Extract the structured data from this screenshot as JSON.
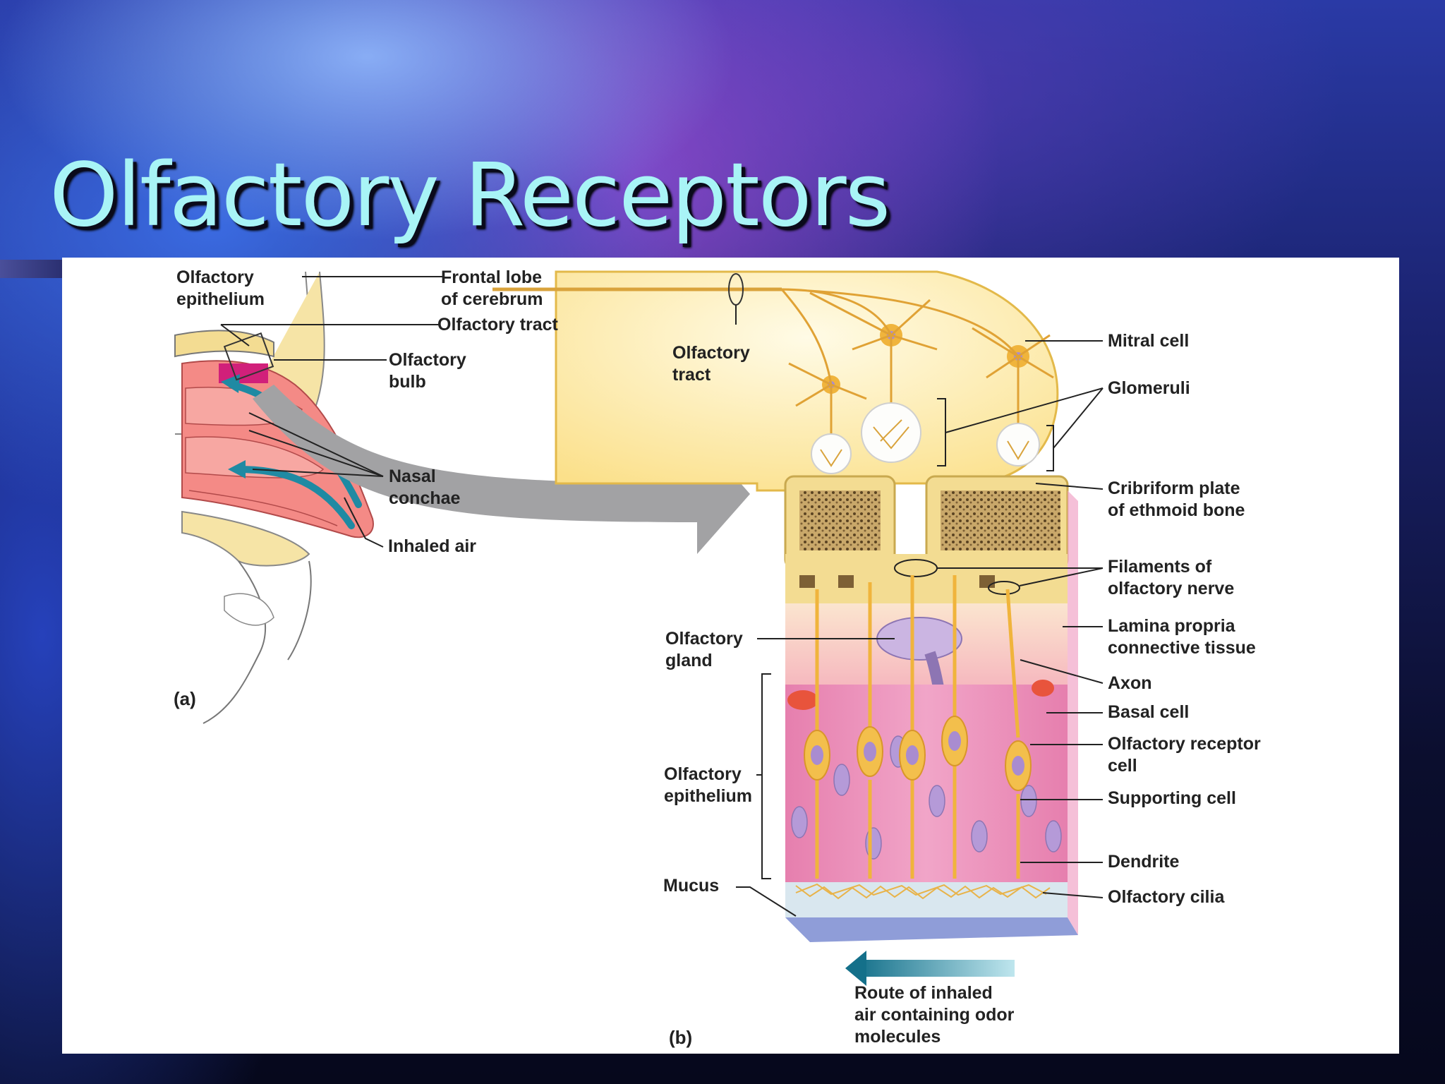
{
  "slide": {
    "title": "Olfactory Receptors"
  },
  "panel_a": {
    "tag": "(a)",
    "labels": {
      "olfactory_epithelium": "Olfactory\nepithelium",
      "frontal_lobe": "Frontal lobe\nof cerebrum",
      "olfactory_tract": "Olfactory tract",
      "olfactory_bulb": "Olfactory\nbulb",
      "nasal_conchae": "Nasal\nconchae",
      "inhaled_air": "Inhaled air"
    }
  },
  "panel_b": {
    "tag": "(b)",
    "labels": {
      "olfactory_tract": "Olfactory\ntract",
      "mitral_cell": "Mitral cell",
      "glomeruli": "Glomeruli",
      "cribriform_plate": "Cribriform plate\nof ethmoid bone",
      "filaments": "Filaments of\nolfactory nerve",
      "lamina_propria": "Lamina propria\nconnective tissue",
      "olfactory_gland": "Olfactory\ngland",
      "axon": "Axon",
      "basal_cell": "Basal cell",
      "receptor_cell": "Olfactory receptor\ncell",
      "olfactory_epithelium": "Olfactory\nepithelium",
      "supporting_cell": "Supporting cell",
      "dendrite": "Dendrite",
      "mucus": "Mucus",
      "olfactory_cilia": "Olfactory cilia",
      "route": "Route of inhaled\nair containing odor\nmolecules"
    }
  },
  "colors": {
    "title": "#a8f4f6",
    "bulb_yellow": "#fbe89a",
    "bone": "#f3dc92",
    "epithelium_pink": "#e98bb6",
    "neuron": "#f0b43c",
    "air_arrow": "#1f8aa3"
  }
}
